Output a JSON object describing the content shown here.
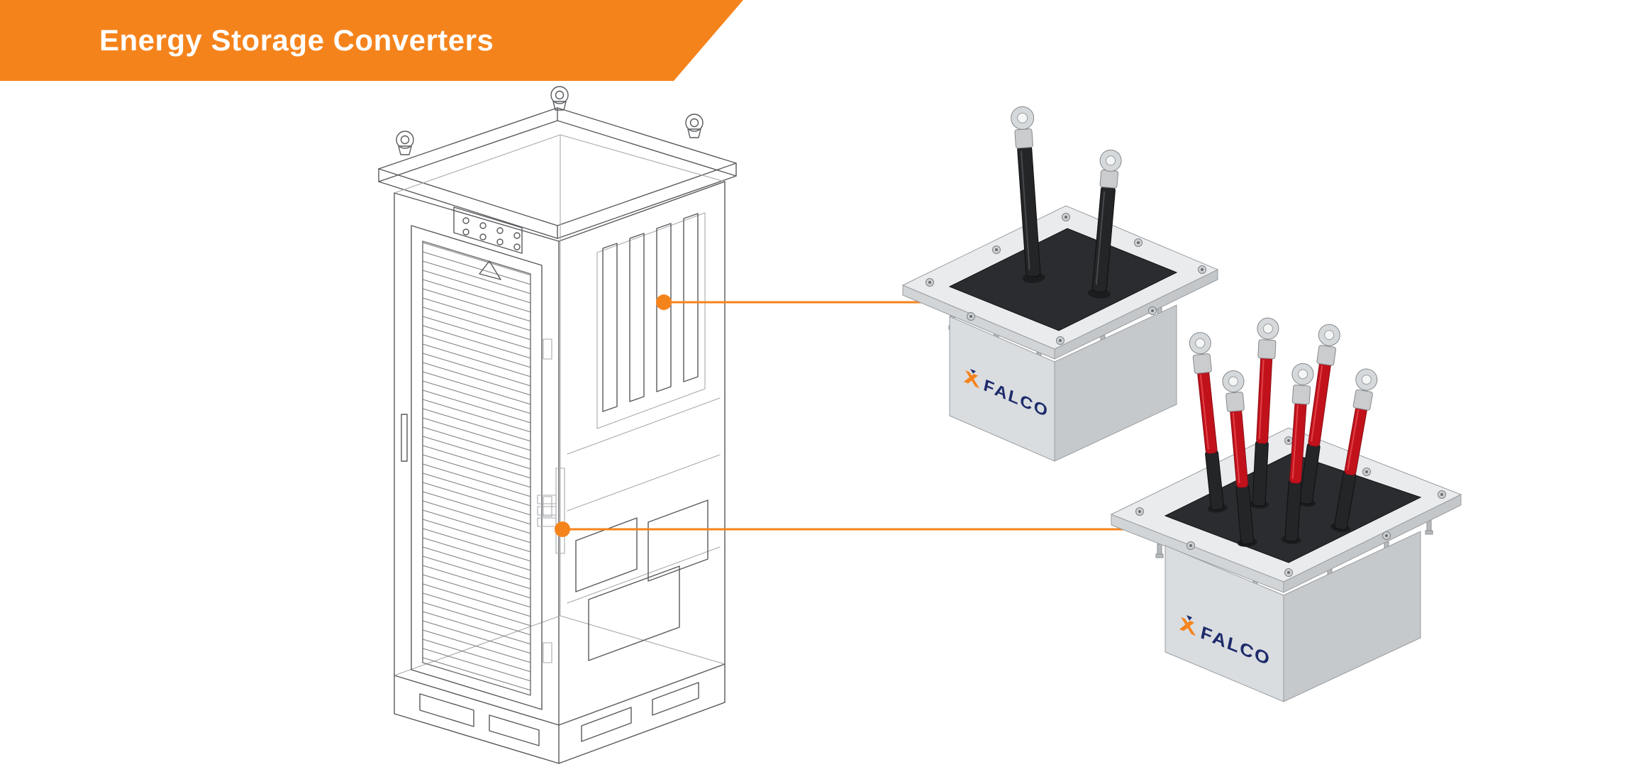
{
  "header": {
    "title": "Energy Storage Converters"
  },
  "products": [
    {
      "brand": "FALCO"
    },
    {
      "brand": "FALCO"
    }
  ],
  "colors": {
    "accent_orange": "#F5831C",
    "brand_navy": "#1E2B6B",
    "cable_red": "#C1121C",
    "wireframe_gray": "#57595C"
  }
}
